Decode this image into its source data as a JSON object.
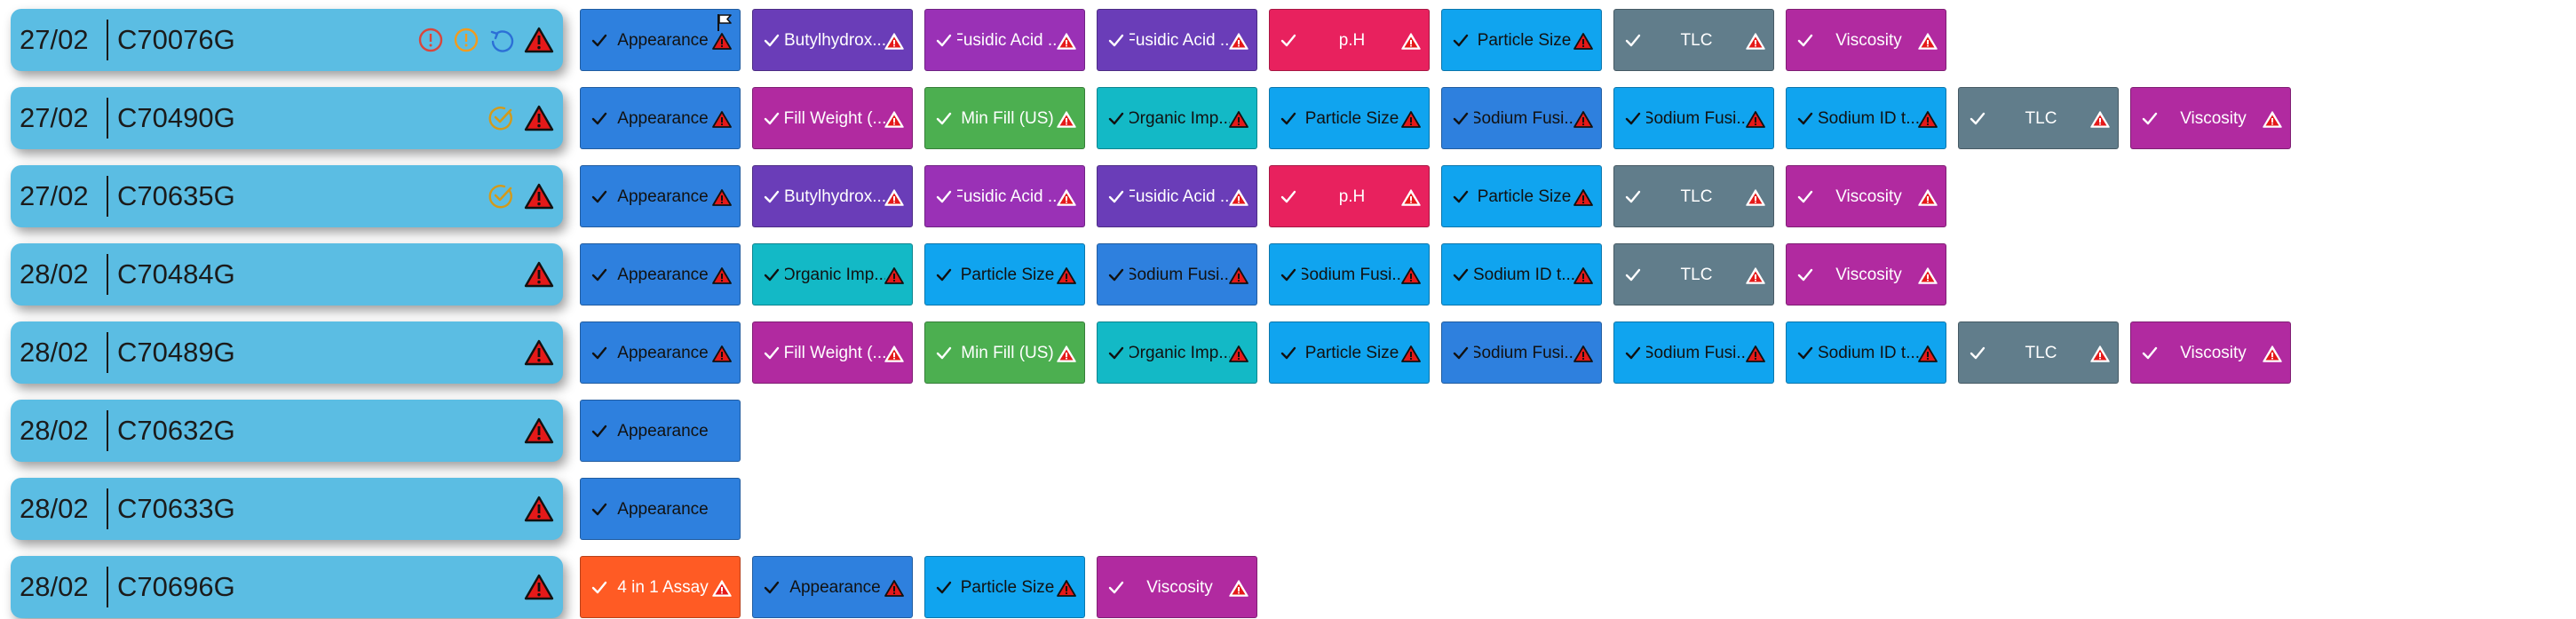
{
  "colors": {
    "Appearance": "#2e80de",
    "Butylhydrox...": "#6a3db8",
    "Fusidic Acid ...": "#7f3fb8",
    "p.H": "#e8215e",
    "Particle Size": "#10a4ef",
    "TLC": "#617d8b",
    "Viscosity": "#b12aa0",
    "Fill Weight (...": "#b12aa0",
    "Min Fill (US)": "#4caf50",
    "Organic Imp...": "#13b9c6",
    "Sodium Fusi...": "#10a4ef",
    "Sodium ID t...": "#10a4ef",
    "4 in 1 Assay": "#ff5b24",
    "batch_bg": "#5bbde3"
  },
  "rows": [
    {
      "date": "27/02",
      "code": "C70076G",
      "status_icons": [
        "error-circle-icon",
        "warning-circle-icon",
        "refresh-icon",
        "warning-triangle-icon"
      ],
      "tests": [
        {
          "label": "Appearance",
          "bg": "#2e80de",
          "flag": true,
          "warn": "dark"
        },
        {
          "label": "Butylhydrox...",
          "bg": "#6a3db8",
          "warn": "light"
        },
        {
          "label": "Fusidic Acid ...",
          "bg": "#9a31b6",
          "warn": "light"
        },
        {
          "label": "Fusidic Acid ...",
          "bg": "#6a3db8",
          "warn": "light"
        },
        {
          "label": "p.H",
          "bg": "#e8215e",
          "warn": "light"
        },
        {
          "label": "Particle Size",
          "bg": "#10a4ef",
          "warn": "dark"
        },
        {
          "label": "TLC",
          "bg": "#617d8b",
          "warn": "light"
        },
        {
          "label": "Viscosity",
          "bg": "#b12aa0",
          "warn": "light"
        }
      ]
    },
    {
      "date": "27/02",
      "code": "C70490G",
      "status_icons": [
        "check-circle-icon",
        "warning-triangle-icon"
      ],
      "tests": [
        {
          "label": "Appearance",
          "bg": "#2e80de",
          "warn": "dark"
        },
        {
          "label": "Fill Weight (...",
          "bg": "#b12aa0",
          "warn": "light"
        },
        {
          "label": "Min Fill (US)",
          "bg": "#4caf50",
          "warn": "light"
        },
        {
          "label": "Organic Imp...",
          "bg": "#13b9c6",
          "warn": "dark"
        },
        {
          "label": "Particle Size",
          "bg": "#10a4ef",
          "warn": "dark"
        },
        {
          "label": "Sodium Fusi...",
          "bg": "#2e80de",
          "warn": "dark"
        },
        {
          "label": "Sodium Fusi...",
          "bg": "#10a4ef",
          "warn": "dark"
        },
        {
          "label": "Sodium ID t...",
          "bg": "#10a4ef",
          "warn": "dark"
        },
        {
          "label": "TLC",
          "bg": "#617d8b",
          "warn": "light"
        },
        {
          "label": "Viscosity",
          "bg": "#b12aa0",
          "warn": "light"
        }
      ]
    },
    {
      "date": "27/02",
      "code": "C70635G",
      "status_icons": [
        "check-circle-icon",
        "warning-triangle-icon"
      ],
      "tests": [
        {
          "label": "Appearance",
          "bg": "#2e80de",
          "warn": "dark"
        },
        {
          "label": "Butylhydrox...",
          "bg": "#6a3db8",
          "warn": "light"
        },
        {
          "label": "Fusidic Acid ...",
          "bg": "#9a31b6",
          "warn": "light"
        },
        {
          "label": "Fusidic Acid ...",
          "bg": "#6a3db8",
          "warn": "light"
        },
        {
          "label": "p.H",
          "bg": "#e8215e",
          "warn": "light"
        },
        {
          "label": "Particle Size",
          "bg": "#10a4ef",
          "warn": "dark"
        },
        {
          "label": "TLC",
          "bg": "#617d8b",
          "warn": "light"
        },
        {
          "label": "Viscosity",
          "bg": "#b12aa0",
          "warn": "light"
        }
      ]
    },
    {
      "date": "28/02",
      "code": "C70484G",
      "status_icons": [
        "warning-triangle-icon"
      ],
      "tests": [
        {
          "label": "Appearance",
          "bg": "#2e80de",
          "warn": "dark"
        },
        {
          "label": "Organic Imp...",
          "bg": "#13b9c6",
          "warn": "dark"
        },
        {
          "label": "Particle Size",
          "bg": "#10a4ef",
          "warn": "dark"
        },
        {
          "label": "Sodium Fusi...",
          "bg": "#2e80de",
          "warn": "dark"
        },
        {
          "label": "Sodium Fusi...",
          "bg": "#10a4ef",
          "warn": "dark"
        },
        {
          "label": "Sodium ID t...",
          "bg": "#10a4ef",
          "warn": "dark"
        },
        {
          "label": "TLC",
          "bg": "#617d8b",
          "warn": "light"
        },
        {
          "label": "Viscosity",
          "bg": "#b12aa0",
          "warn": "light"
        }
      ]
    },
    {
      "date": "28/02",
      "code": "C70489G",
      "status_icons": [
        "warning-triangle-icon"
      ],
      "tests": [
        {
          "label": "Appearance",
          "bg": "#2e80de",
          "warn": "dark"
        },
        {
          "label": "Fill Weight (...",
          "bg": "#b12aa0",
          "warn": "light"
        },
        {
          "label": "Min Fill (US)",
          "bg": "#4caf50",
          "warn": "light"
        },
        {
          "label": "Organic Imp...",
          "bg": "#13b9c6",
          "warn": "dark"
        },
        {
          "label": "Particle Size",
          "bg": "#10a4ef",
          "warn": "dark"
        },
        {
          "label": "Sodium Fusi...",
          "bg": "#2e80de",
          "warn": "dark"
        },
        {
          "label": "Sodium Fusi...",
          "bg": "#10a4ef",
          "warn": "dark"
        },
        {
          "label": "Sodium ID t...",
          "bg": "#10a4ef",
          "warn": "dark"
        },
        {
          "label": "TLC",
          "bg": "#617d8b",
          "warn": "light"
        },
        {
          "label": "Viscosity",
          "bg": "#b12aa0",
          "warn": "light"
        }
      ]
    },
    {
      "date": "28/02",
      "code": "C70632G",
      "status_icons": [
        "warning-triangle-icon"
      ],
      "tests": [
        {
          "label": "Appearance",
          "bg": "#2e80de",
          "warn": "none"
        }
      ]
    },
    {
      "date": "28/02",
      "code": "C70633G",
      "status_icons": [
        "warning-triangle-icon"
      ],
      "tests": [
        {
          "label": "Appearance",
          "bg": "#2e80de",
          "warn": "none"
        }
      ]
    },
    {
      "date": "28/02",
      "code": "C70696G",
      "status_icons": [
        "warning-triangle-icon"
      ],
      "tests": [
        {
          "label": "4 in 1 Assay",
          "bg": "#ff5b24",
          "warn": "light"
        },
        {
          "label": "Appearance",
          "bg": "#2e80de",
          "warn": "dark"
        },
        {
          "label": "Particle Size",
          "bg": "#10a4ef",
          "warn": "dark"
        },
        {
          "label": "Viscosity",
          "bg": "#b12aa0",
          "warn": "light"
        }
      ]
    }
  ]
}
